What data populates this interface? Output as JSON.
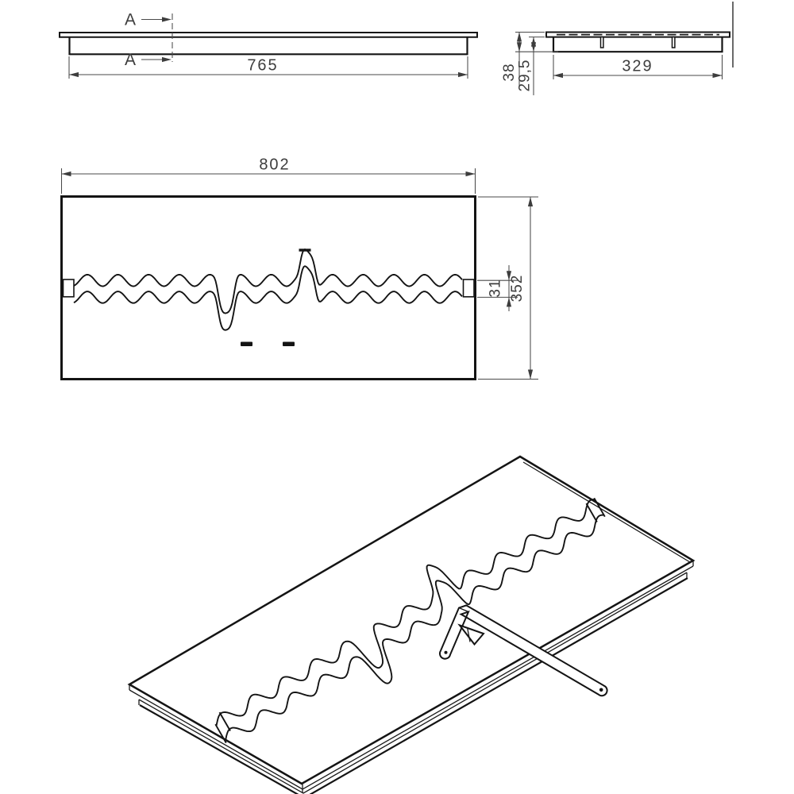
{
  "colors": {
    "background": "#ffffff",
    "part_line": "#141414",
    "dimension_line": "#4a4a4a",
    "dimension_text": "#3d3d3d"
  },
  "front_view": {
    "section_label": "A",
    "length_dim": "765"
  },
  "section_view": {
    "total_height_dim": "38",
    "body_height_dim": "29,5",
    "depth_dim": "329"
  },
  "top_view": {
    "length_dim": "802",
    "depth_dim": "352",
    "channel_width_dim": "31"
  }
}
